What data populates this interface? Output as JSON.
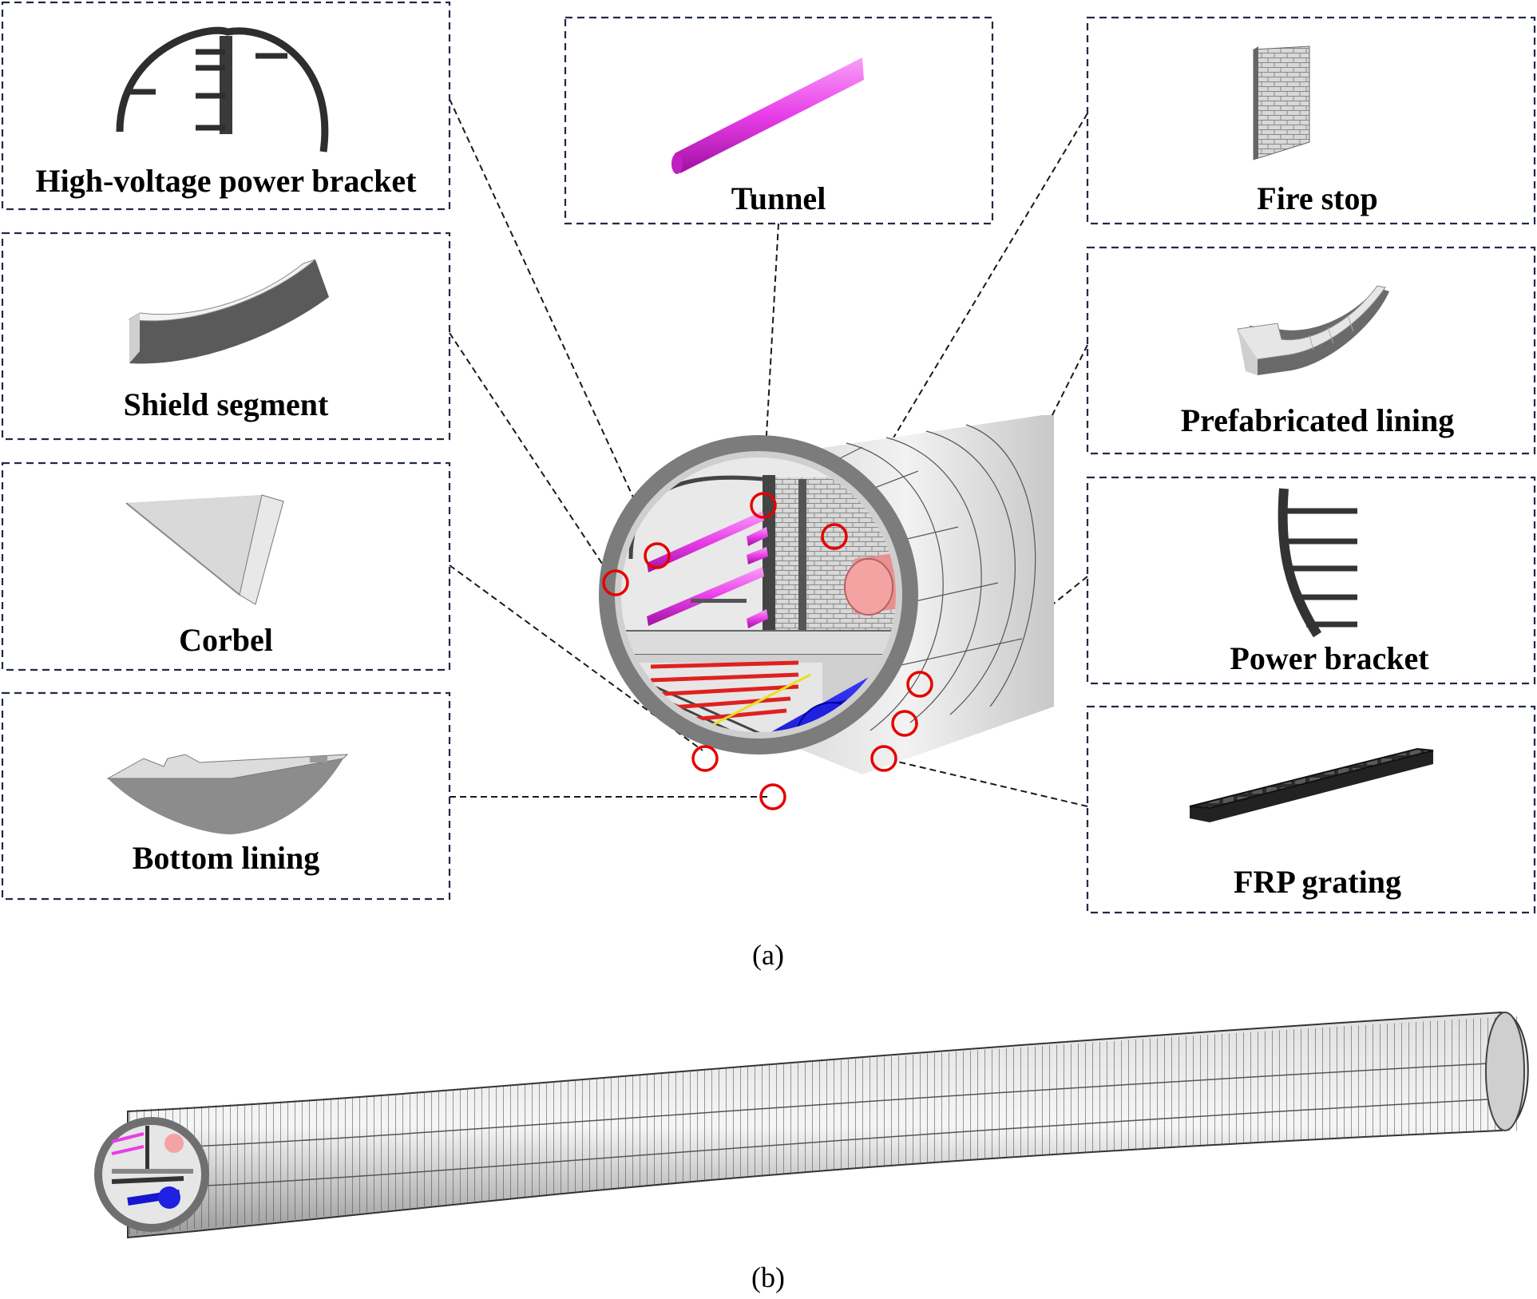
{
  "figure": {
    "panel_a_label": "(a)",
    "panel_b_label": "(b)"
  },
  "components": {
    "high_voltage_power_bracket": "High-voltage power bracket",
    "tunnel": "Tunnel",
    "fire_stop": "Fire stop",
    "shield_segment": "Shield segment",
    "prefabricated_lining": "Prefabricated lining",
    "corbel": "Corbel",
    "power_bracket": "Power bracket",
    "bottom_lining": "Bottom lining",
    "frp_grating": "FRP grating"
  },
  "colors": {
    "box_border": "#1f2a44",
    "highlight_circle": "#e60000",
    "pipe_magenta": "#e83ee8",
    "pipe_blue": "#1010e0",
    "pipe_pink": "#e89090",
    "cable_red": "#e02020",
    "concrete": "#e8e8e8",
    "steel": "#4a4a4a"
  }
}
